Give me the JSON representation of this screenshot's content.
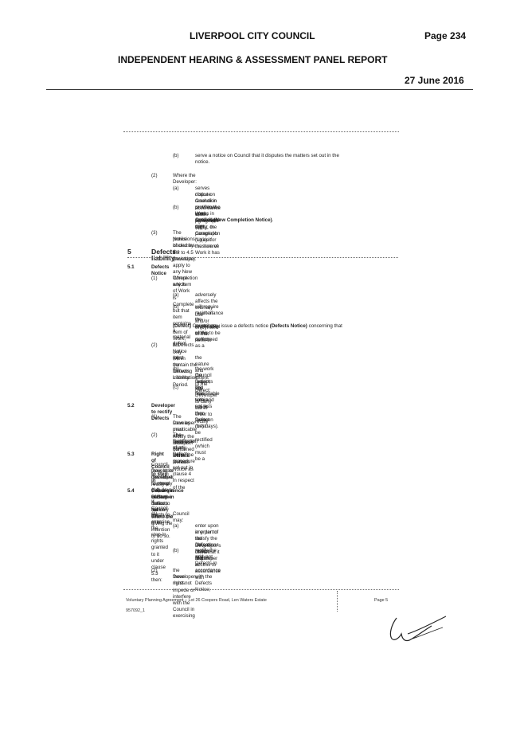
{
  "header": {
    "council": "LIVERPOOL CITY COUNCIL",
    "page": "Page 234",
    "report_title": "INDEPENDENT HEARING & ASSESSMENT PANEL REPORT",
    "date": "27 June 2016"
  },
  "doc": {
    "b_item_label": "(b)",
    "b_item_text_1": "serve a notice on Council that it disputes the matters set out in the",
    "b_item_text_2": "notice.",
    "i2_label": "(2)",
    "i2_text": "Where the Developer:",
    "i2a_label": "(a)",
    "i2a_text_1": "serves notice on Council in accordance with paragraph (1)(b), the",
    "i2a_text_2": "dispute resolution provisions of this agreement apply; or",
    "i2b_label": "(b)",
    "i2b_text_1": "rectifies the Works in accordance with paragraph (1)(a) it must serve",
    "i2b_text_2": "upon Council a new Completion Notice for the item of Work it has",
    "i2b_text_3": "rectified ",
    "i2b_text_3b": "(New Completion Notice)",
    "i2b_text_3c": ".",
    "i3_label": "(3)",
    "i3_text_1": "The provisions of clauses 4.2 to 4.5 (inclusive) apply to any New Completion",
    "i3_text_2": "Notice issued by the Developer.",
    "s5_num": "5",
    "s5_title": "Defects liability",
    "s51_num": "5.1",
    "s51_title": "Defects Notice",
    "s51_1_label": "(1)",
    "s51_1_text_1": "Where any item of Work is Complete but that item contains a material defect",
    "s51_1_text_2": "which:",
    "s51_1a_label": "(a)",
    "s51_1a_text": "adversely affects the ordinary use and/or enjoyment of that item; or",
    "s51_1b_label": "(b)",
    "s51_1b_text_1": "will require maintenance or rectification works to be performed as a",
    "s51_1b_text_2": "result of the existence of the defect",
    "s51_defect_bold": "(Defect)",
    "s51_defect_text_1": " Council may issue a defects notice ",
    "s51_defect_bold2": "(Defects Notice)",
    "s51_defect_text_1b": " concerning that",
    "s51_defect_text_2": "item of Work, but only within the Defects Liability Period.",
    "s51_2_label": "(2)",
    "s51_2_text": "A Defects Notice must contain the following information:",
    "s51_2a_label": "(a)",
    "s51_2a_text": "the nature and extent of the Defect;",
    "s51_2b_label": "(b)",
    "s51_2b_text_1": "the work Council requires the Developer to carry out in order to rectify",
    "s51_2b_text_2": "the Defect; and",
    "s51_2c_label": "(c)",
    "s51_2c_text_1": "the time within which the Defect must be rectified (which must be a",
    "s51_2c_text_2": "reasonable time and not less than fourteen (14) days).",
    "s52_num": "5.2",
    "s52_title": "Developer to rectify Defects",
    "s52_1_label": "(1)",
    "s52_1_text_1": "The Developer must rectify the Defects contained within a Defects Notice as",
    "s52_1_text_2": "soon as practicable after receipt of the Defects Notice.",
    "s52_2_label": "(2)",
    "s52_2_text_1": "The Developer must follow the procedure set out in clause 4 in respect of the",
    "s52_2_text_2": "rectification of any Defect.",
    "s53_num": "5.3",
    "s53_title": "Right of Council to step-in",
    "s53_text_1": "Council may, at its discretion, rectify a Defect set out in the Defects Notice where the",
    "s53_text_2": "Developer has failed to comply with a Defects Notice, but only after giving the",
    "s53_text_3": "Developer fourteen (14) days written notice to the Developer of its intention to do so.",
    "s54_num": "5.4",
    "s54_title": "Consequence of Step-in",
    "s54_text": "If Council elects to exercise the step-in rights granted to it under clause 5.3 then:",
    "s54_1_label": "(1)",
    "s54_1_text": "Council may:",
    "s54_1a_label": "(a)",
    "s54_1a_text_1": "enter upon any part of the Developer's Land that it requires access to",
    "s54_1a_text_2": "in order to satisfy the obligations of the Developer in accordance with",
    "s54_1a_text_3": "the Defects Notice; and",
    "s54_1b_label": "(b)",
    "s54_1b_text_1": "rectify the relevant Defects in accordance with the Defects Notice;",
    "s54_1b_text_2": "and",
    "s54_2_label": "(2)",
    "s54_2_text_1": "the Developer must not impede or interfere with the Council in exercising",
    "s54_2_text_2": "those rights."
  },
  "footer": {
    "agreement": "Voluntary Planning Agreement – Lot 26 Coopers Road, Len Waters Estate",
    "doc_id": "957092_1",
    "page": "Page 5"
  }
}
